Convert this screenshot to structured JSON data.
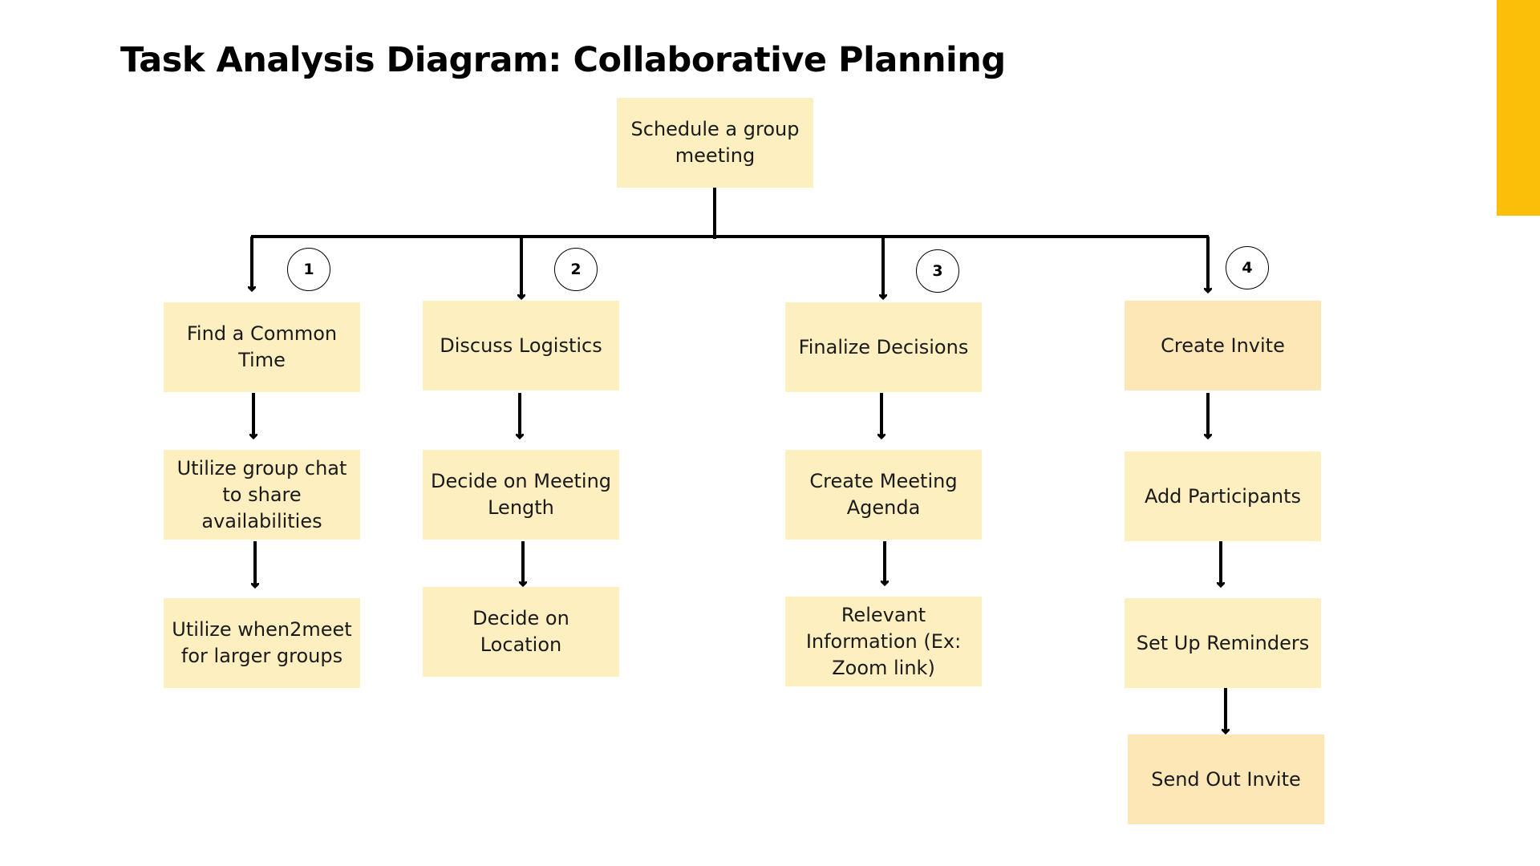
{
  "title": "Task Analysis Diagram: Collaborative Planning",
  "root": {
    "label": "Schedule a group meeting"
  },
  "branches": [
    {
      "number": "1",
      "label": "Find a Common Time",
      "steps": [
        "Utilize group chat to share availabilities",
        "Utilize when2meet for larger groups"
      ]
    },
    {
      "number": "2",
      "label": "Discuss Logistics",
      "steps": [
        "Decide on Meeting Length",
        "Decide on Location"
      ]
    },
    {
      "number": "3",
      "label": "Finalize Decisions",
      "steps": [
        "Create Meeting Agenda",
        "Relevant Information (Ex: Zoom link)"
      ]
    },
    {
      "number": "4",
      "label": "Create Invite",
      "steps": [
        "Add Participants",
        "Set Up Reminders",
        "Send Out Invite"
      ]
    }
  ],
  "colors": {
    "node_fill": "#fdefc0",
    "accent": "#fbbf0a",
    "line": "#000000"
  }
}
